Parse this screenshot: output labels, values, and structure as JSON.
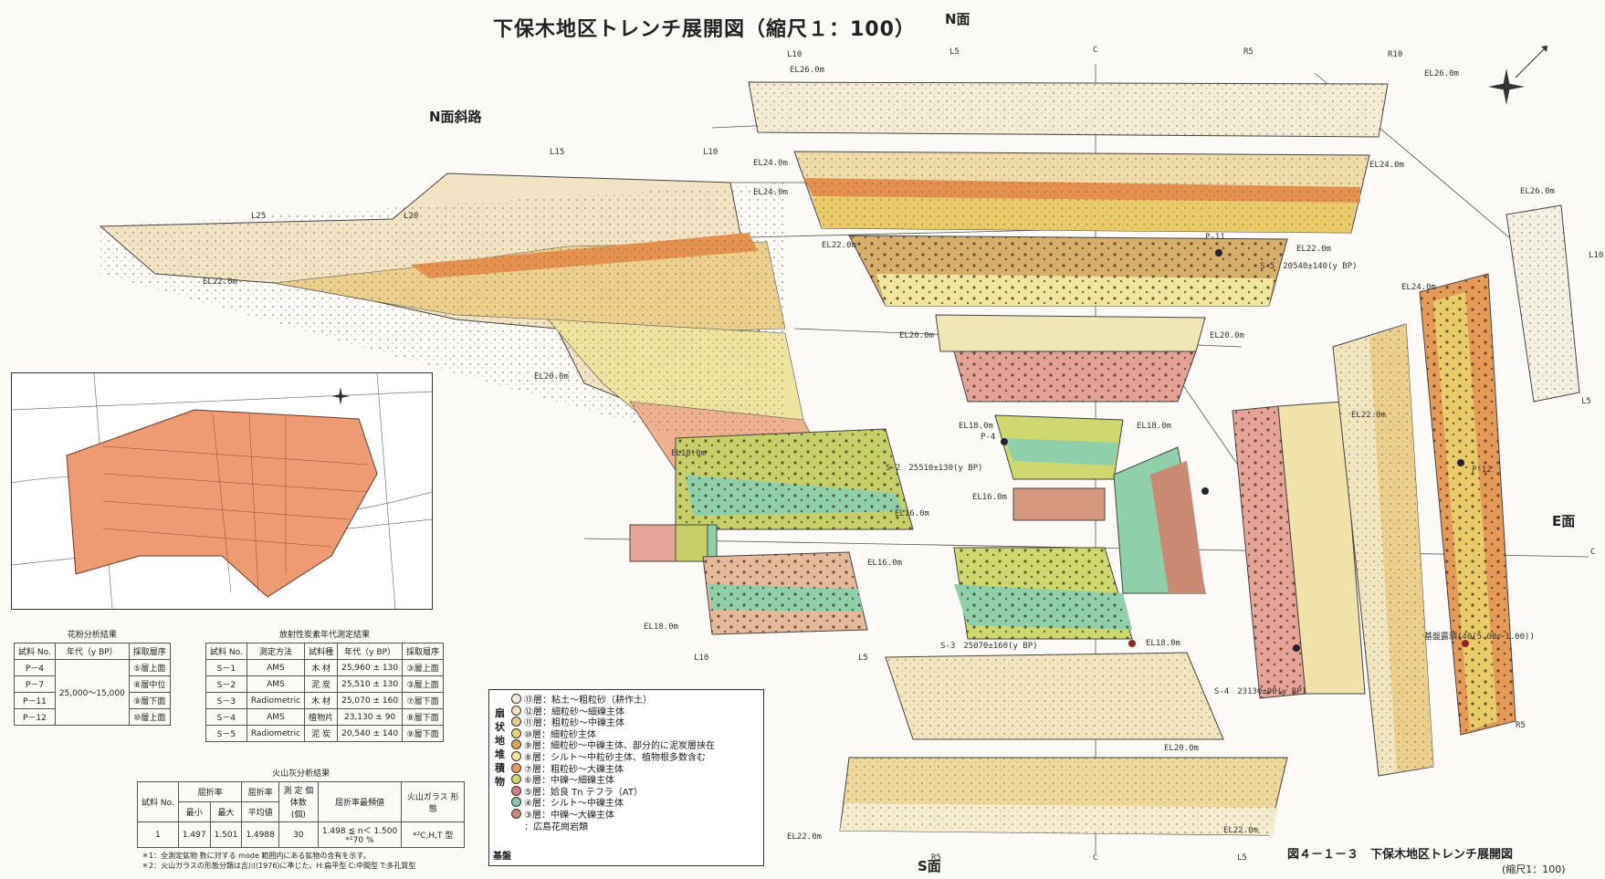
{
  "title": "下保木地区トレンチ展開図（縮尺１：100）",
  "faces": {
    "north": "N面",
    "south": "S面",
    "east": "E面",
    "north_slope": "N面斜路"
  },
  "grid_labels": {
    "top": [
      "L10",
      "L5",
      "C",
      "R5",
      "R10"
    ],
    "slope": [
      "L25",
      "L20",
      "L15",
      "L10"
    ],
    "bottom": [
      "L10",
      "L5",
      "C",
      "L5",
      "R5"
    ],
    "east": [
      "L10",
      "L5",
      "R5",
      "C",
      "P-12"
    ]
  },
  "elevations": [
    "EL26.0m",
    "EL26.0m",
    "EL24.0m",
    "EL24.0m",
    "EL24.0m",
    "EL22.0m",
    "EL22.0m",
    "EL22.0m",
    "EL20.0m",
    "EL20.0m",
    "EL20.0m",
    "EL18.0m",
    "EL18.0m",
    "EL18.0m",
    "EL16.0m",
    "EL16.0m",
    "EL16.0m",
    "EL18.0m",
    "EL18.0m",
    "EL20.0m",
    "EL22.0m",
    "EL22.0m",
    "EL24.0m",
    "EL22.0m",
    "EL26.0m"
  ],
  "sample_points": {
    "p11": "P-11",
    "p4": "P-4",
    "s5": "S-5　20540±140(y BP)",
    "s2": "S-2　25510±130(y BP)",
    "s3": "S-3　25070±160(y BP)",
    "s4": "S-4　23130±90(y BP)",
    "east": "基盤露頭(40(5.00～1.00))"
  },
  "pollen_table": {
    "caption": "花粉分析結果",
    "headers": [
      "試料 No.",
      "年代（y BP）",
      "採取層序"
    ],
    "rows": [
      {
        "no": "P－4",
        "layer": "⑤層上面"
      },
      {
        "no": "P－7",
        "layer": "⑧層中位"
      },
      {
        "no": "P－11",
        "layer": "⑨層下面"
      },
      {
        "no": "P－12",
        "layer": "⑩層上面"
      }
    ],
    "age": "25,000～15,000"
  },
  "radiocarbon_table": {
    "caption": "放射性炭素年代測定結果",
    "headers": [
      "試料 No.",
      "測定方法",
      "試料種",
      "年代（y BP）",
      "採取層序"
    ],
    "rows": [
      [
        "S－1",
        "AMS",
        "木 材",
        "25,960 ± 130",
        "③層上面"
      ],
      [
        "S－2",
        "AMS",
        "泥 炭",
        "25,510 ± 130",
        "③層上面"
      ],
      [
        "S－3",
        "Radiometric",
        "木 材",
        "25,070 ± 160",
        "⑦層下面"
      ],
      [
        "S－4",
        "AMS",
        "植物片",
        "23,130 ± 90",
        "⑧層下面"
      ],
      [
        "S－5",
        "Radiometric",
        "泥 炭",
        "20,540 ± 140",
        "⑨層下面"
      ]
    ]
  },
  "tephra_table": {
    "caption": "火山灰分析結果",
    "h_no": "試料 No.",
    "h_ri": "屈折率",
    "h_min": "最小",
    "h_max": "最大",
    "h_ri2": "屈折率",
    "h_avg": "平均値",
    "h_count": "測 定 個体数 (個)",
    "h_mode": "屈折率最頻値",
    "h_glass": "火山ガラス 形 態",
    "row": {
      "no": "1",
      "min": "1.497",
      "max": "1.501",
      "avg": "1.4988",
      "count": "30",
      "mode": "1.498 ≦ n＜ 1.500",
      "mode_pct": "*¹70 %",
      "glass": "*²C,H,T 型"
    }
  },
  "notes": [
    "＊1：全測定鉱物 数に対する mode 範囲内にある鉱物の含有を示す。",
    "＊2：火山ガラスの形態分類は吉川(1976)に準じた。H:扁平型 C:中間型 T:多孔質型"
  ],
  "legend": {
    "side_label": "扇状地堆積物",
    "base_label": "基盤",
    "items": [
      {
        "mark": "⑬",
        "text": "層：粘土～粗粒砂（耕作土）",
        "color": "#f4ecd8"
      },
      {
        "mark": "⑫",
        "text": "層：細粒砂～細礫主体",
        "color": "#efe0b6"
      },
      {
        "mark": "⑪",
        "text": "層：粗粒砂～中礫主体",
        "color": "#e9c98f"
      },
      {
        "mark": "⑩",
        "text": "層：細粒砂主体",
        "color": "#e8d27c"
      },
      {
        "mark": "⑨",
        "text": "層：細粒砂～中礫主体、部分的に泥炭層挟在",
        "color": "#d9a65a"
      },
      {
        "mark": "⑧",
        "text": "層：シルト～中粒砂主体、植物根多数含む",
        "color": "#f0e49a"
      },
      {
        "mark": "⑦",
        "text": "層：粗粒砂～大礫主体",
        "color": "#e79a63"
      },
      {
        "mark": "⑥",
        "text": "層：中礫～細礫主体",
        "color": "#cfd86e"
      },
      {
        "mark": "⑤",
        "text": "層：姶良 Tn テフラ（AT）",
        "color": "#d67d8a"
      },
      {
        "mark": "④",
        "text": "層：シルト～中礫主体",
        "color": "#86c8a6"
      },
      {
        "mark": "③",
        "text": "層：中礫～大礫主体",
        "color": "#c98972"
      },
      {
        "mark": "",
        "text": "：広島花崗岩類",
        "color": "#ffffff"
      }
    ]
  },
  "figure_caption": "図４－１－３　下保木地区トレンチ展開図",
  "figure_scale": "(縮尺1：100)",
  "colors": {
    "sand_light": "#f3e6c4",
    "sand": "#eed79c",
    "ochre": "#e4b36a",
    "orange": "#e69a58",
    "pink": "#e6a496",
    "green": "#8fcfaa",
    "olive": "#c7cf68",
    "inset_fill": "#ee9a72"
  }
}
